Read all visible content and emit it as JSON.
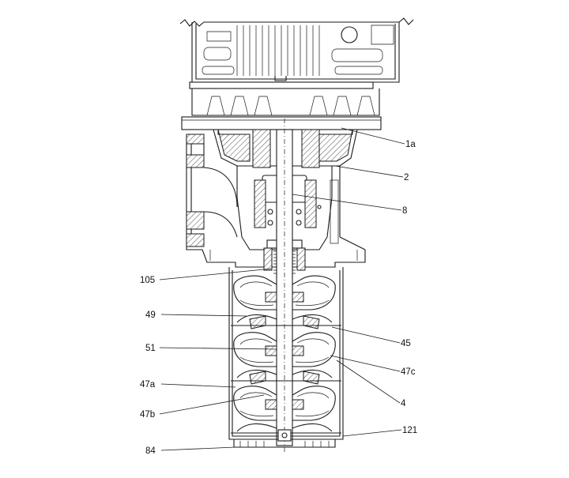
{
  "callouts": {
    "c1a": "1a",
    "c2": "2",
    "c8": "8",
    "c105": "105",
    "c49": "49",
    "c45": "45",
    "c51": "51",
    "c47c": "47c",
    "c47a": "47a",
    "c4": "4",
    "c47b": "47b",
    "c121": "121",
    "c84": "84"
  }
}
